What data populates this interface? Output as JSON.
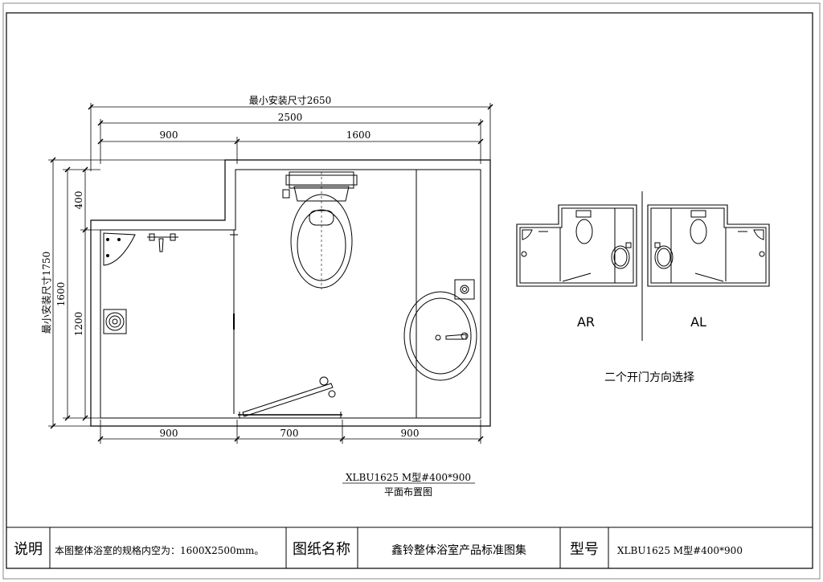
{
  "plan": {
    "dims_top": {
      "min_install": "最小安装尺寸2650",
      "overall": "2500",
      "left_span": "900",
      "right_span": "1600"
    },
    "dims_left": {
      "min_install": "最小安装尺寸1750",
      "overall": "1600",
      "upper": "400",
      "lower": "1200"
    },
    "dims_bottom": {
      "left": "900",
      "middle": "700",
      "right": "900"
    },
    "model_line": "XLBU1625 M型#400*900",
    "caption": "平面布置图"
  },
  "variants": {
    "ar_label": "AR",
    "al_label": "AL",
    "caption": "二个开门方向选择"
  },
  "title_block": {
    "note_label": "说明",
    "note_text": "本图整体浴室的规格内空为：1600X2500mm。",
    "drawing_name_label": "图纸名称",
    "drawing_name": "鑫铃整体浴室产品标准图集",
    "model_label": "型号",
    "model_value": "XLBU1625 M型#400*900"
  }
}
